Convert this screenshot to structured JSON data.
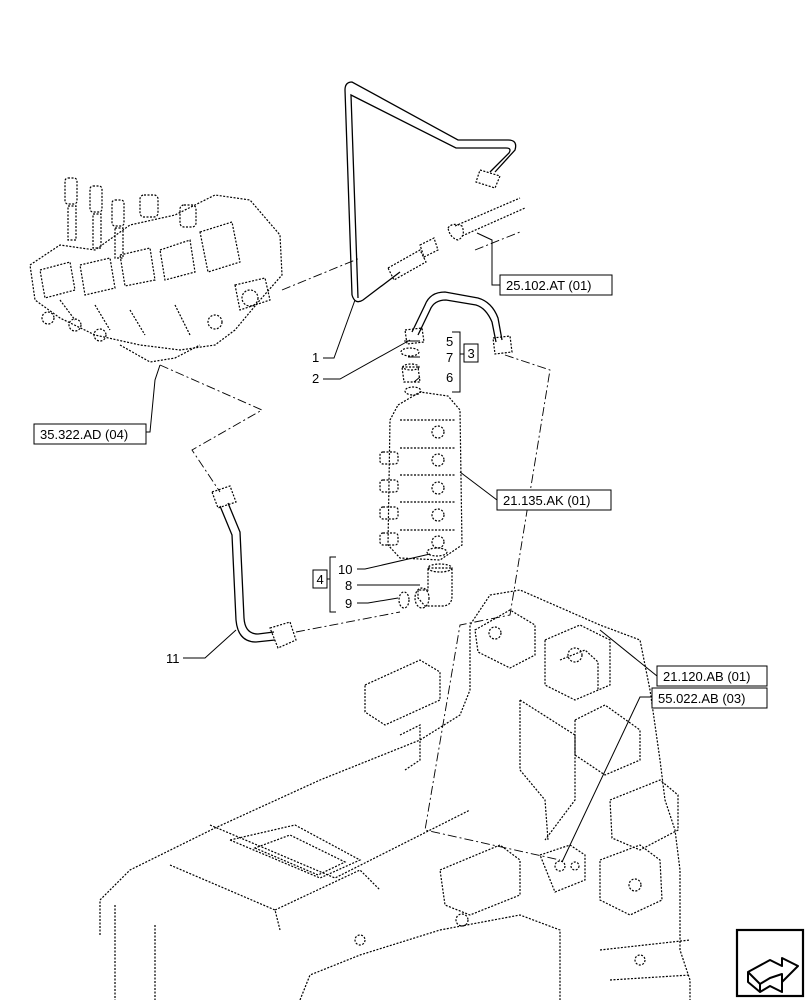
{
  "references": [
    {
      "id": "ref-25-102-at",
      "label": "25.102.AT (01)"
    },
    {
      "id": "ref-35-322-ad",
      "label": "35.322.AD (04)"
    },
    {
      "id": "ref-21-135-ak",
      "label": "21.135.AK (01)"
    },
    {
      "id": "ref-21-120-ab",
      "label": "21.120.AB (01)"
    },
    {
      "id": "ref-55-022-ab",
      "label": "55.022.AB (03)"
    }
  ],
  "callouts": [
    "1",
    "2",
    "3",
    "4",
    "5",
    "6",
    "7",
    "8",
    "9",
    "10",
    "11"
  ],
  "groups": [
    {
      "id": "group-3",
      "label": "3",
      "items": [
        "5",
        "7",
        "6"
      ]
    },
    {
      "id": "group-4",
      "label": "4",
      "items": [
        "10",
        "8",
        "9"
      ]
    }
  ],
  "nav_icon": "next-page-arrow-icon"
}
